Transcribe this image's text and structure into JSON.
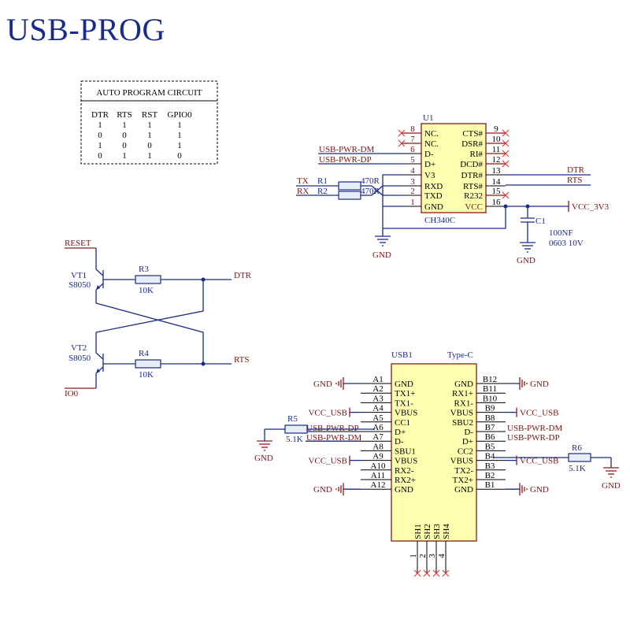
{
  "title": "USB-PROG",
  "truth_table": {
    "heading": "AUTO PROGRAM CIRCUIT",
    "columns": [
      "DTR",
      "RTS",
      "RST",
      "GPIO0"
    ],
    "rows": [
      [
        "1",
        "1",
        "1",
        "1"
      ],
      [
        "0",
        "0",
        "1",
        "1"
      ],
      [
        "1",
        "0",
        "0",
        "1"
      ],
      [
        "0",
        "1",
        "1",
        "0"
      ]
    ]
  },
  "ch340": {
    "designator": "U1",
    "part": "CH340C",
    "left_pins": [
      {
        "num": "8",
        "name": "NC.",
        "net": ""
      },
      {
        "num": "7",
        "name": "NC.",
        "net": ""
      },
      {
        "num": "6",
        "name": "D-",
        "net": "USB-PWR-DM"
      },
      {
        "num": "5",
        "name": "D+",
        "net": "USB-PWR-DP"
      },
      {
        "num": "4",
        "name": "V3",
        "net": ""
      },
      {
        "num": "3",
        "name": "RXD",
        "net": ""
      },
      {
        "num": "2",
        "name": "TXD",
        "net": ""
      },
      {
        "num": "1",
        "name": "GND",
        "net": ""
      }
    ],
    "right_pins": [
      {
        "num": "9",
        "name": "CTS#",
        "net": ""
      },
      {
        "num": "10",
        "name": "DSR#",
        "net": ""
      },
      {
        "num": "11",
        "name": "RI#",
        "net": ""
      },
      {
        "num": "12",
        "name": "DCD#",
        "net": ""
      },
      {
        "num": "13",
        "name": "DTR#",
        "net": "DTR"
      },
      {
        "num": "14",
        "name": "RTS#",
        "net": "RTS"
      },
      {
        "num": "15",
        "name": "R232",
        "net": ""
      },
      {
        "num": "16",
        "name": "VCC",
        "net": "VCC_3V3"
      }
    ],
    "r1": {
      "ref": "R1",
      "value": "470R",
      "net": "TX"
    },
    "r2": {
      "ref": "R2",
      "value": "470R",
      "net": "RX"
    },
    "c1": {
      "ref": "C1",
      "value": "100NF",
      "package": "0603 10V"
    },
    "gnd": "GND"
  },
  "auto_program": {
    "reset": "RESET",
    "io0": "IO0",
    "vt1": {
      "ref": "VT1",
      "part": "S8050"
    },
    "vt2": {
      "ref": "VT2",
      "part": "S8050"
    },
    "r3": {
      "ref": "R3",
      "value": "10K"
    },
    "r4": {
      "ref": "R4",
      "value": "10K"
    },
    "dtr": "DTR",
    "rts": "RTS"
  },
  "usb": {
    "designator": "USB1",
    "type": "Type-C",
    "left_pins": [
      {
        "num": "A1",
        "name": "GND",
        "net": "GND"
      },
      {
        "num": "A2",
        "name": "TX1+",
        "net": ""
      },
      {
        "num": "A3",
        "name": "TX1-",
        "net": ""
      },
      {
        "num": "A4",
        "name": "VBUS",
        "net": "VCC_USB"
      },
      {
        "num": "A5",
        "name": "CC1",
        "net": ""
      },
      {
        "num": "A6",
        "name": "D+",
        "net": "USB-PWR-DP"
      },
      {
        "num": "A7",
        "name": "D-",
        "net": "USB-PWR-DM"
      },
      {
        "num": "A8",
        "name": "SBU1",
        "net": ""
      },
      {
        "num": "A9",
        "name": "VBUS",
        "net": "VCC_USB"
      },
      {
        "num": "A10",
        "name": "RX2-",
        "net": ""
      },
      {
        "num": "A11",
        "name": "RX2+",
        "net": ""
      },
      {
        "num": "A12",
        "name": "GND",
        "net": "GND"
      }
    ],
    "right_pins": [
      {
        "num": "B12",
        "name": "GND",
        "net": "GND"
      },
      {
        "num": "B11",
        "name": "RX1+",
        "net": ""
      },
      {
        "num": "B10",
        "name": "RX1-",
        "net": ""
      },
      {
        "num": "B9",
        "name": "VBUS",
        "net": "VCC_USB"
      },
      {
        "num": "B8",
        "name": "SBU2",
        "net": ""
      },
      {
        "num": "B7",
        "name": "D-",
        "net": "USB-PWR-DM"
      },
      {
        "num": "B6",
        "name": "D+",
        "net": "USB-PWR-DP"
      },
      {
        "num": "B5",
        "name": "CC2",
        "net": ""
      },
      {
        "num": "B4",
        "name": "VBUS",
        "net": "VCC_USB"
      },
      {
        "num": "B3",
        "name": "TX2-",
        "net": ""
      },
      {
        "num": "B2",
        "name": "TX2+",
        "net": ""
      },
      {
        "num": "B1",
        "name": "GND",
        "net": "GND"
      }
    ],
    "shield_pins": [
      {
        "num": "1",
        "name": "SH1"
      },
      {
        "num": "2",
        "name": "SH2"
      },
      {
        "num": "3",
        "name": "SH3"
      },
      {
        "num": "4",
        "name": "SH4"
      }
    ],
    "r5": {
      "ref": "R5",
      "value": "5.1K"
    },
    "r6": {
      "ref": "R6",
      "value": "5.1K"
    },
    "gnd": "GND"
  }
}
